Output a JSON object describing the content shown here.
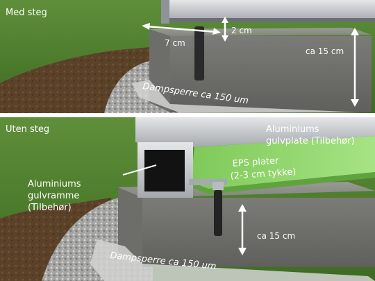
{
  "top_panel": {
    "section_title": "Med steg",
    "dim_step": "2 cm",
    "dim_depth": "7 cm",
    "dim_height": "ca 15 cm",
    "membrane": "Dampsperre ca 150 um"
  },
  "bottom_panel": {
    "section_title": "Uten steg",
    "floor_plate_line1": "Aluminiums",
    "floor_plate_line2": "gulvplate (Tilbehør)",
    "eps_line1": "EPS plater",
    "eps_line2": "(2-3 cm tykke)",
    "frame_line1": "Aluminiums",
    "frame_line2": "gulvramme",
    "frame_line3": "(Tilbehør)",
    "dim_height": "ca 15 cm",
    "membrane": "Dampsperre ca 150 um"
  },
  "colors": {
    "grass": "#4a7a2c",
    "concrete": "#8e8e8a",
    "eps": "#8ed46a",
    "aluminium": "#c9ccce",
    "gravel": "#a8a8a8"
  }
}
